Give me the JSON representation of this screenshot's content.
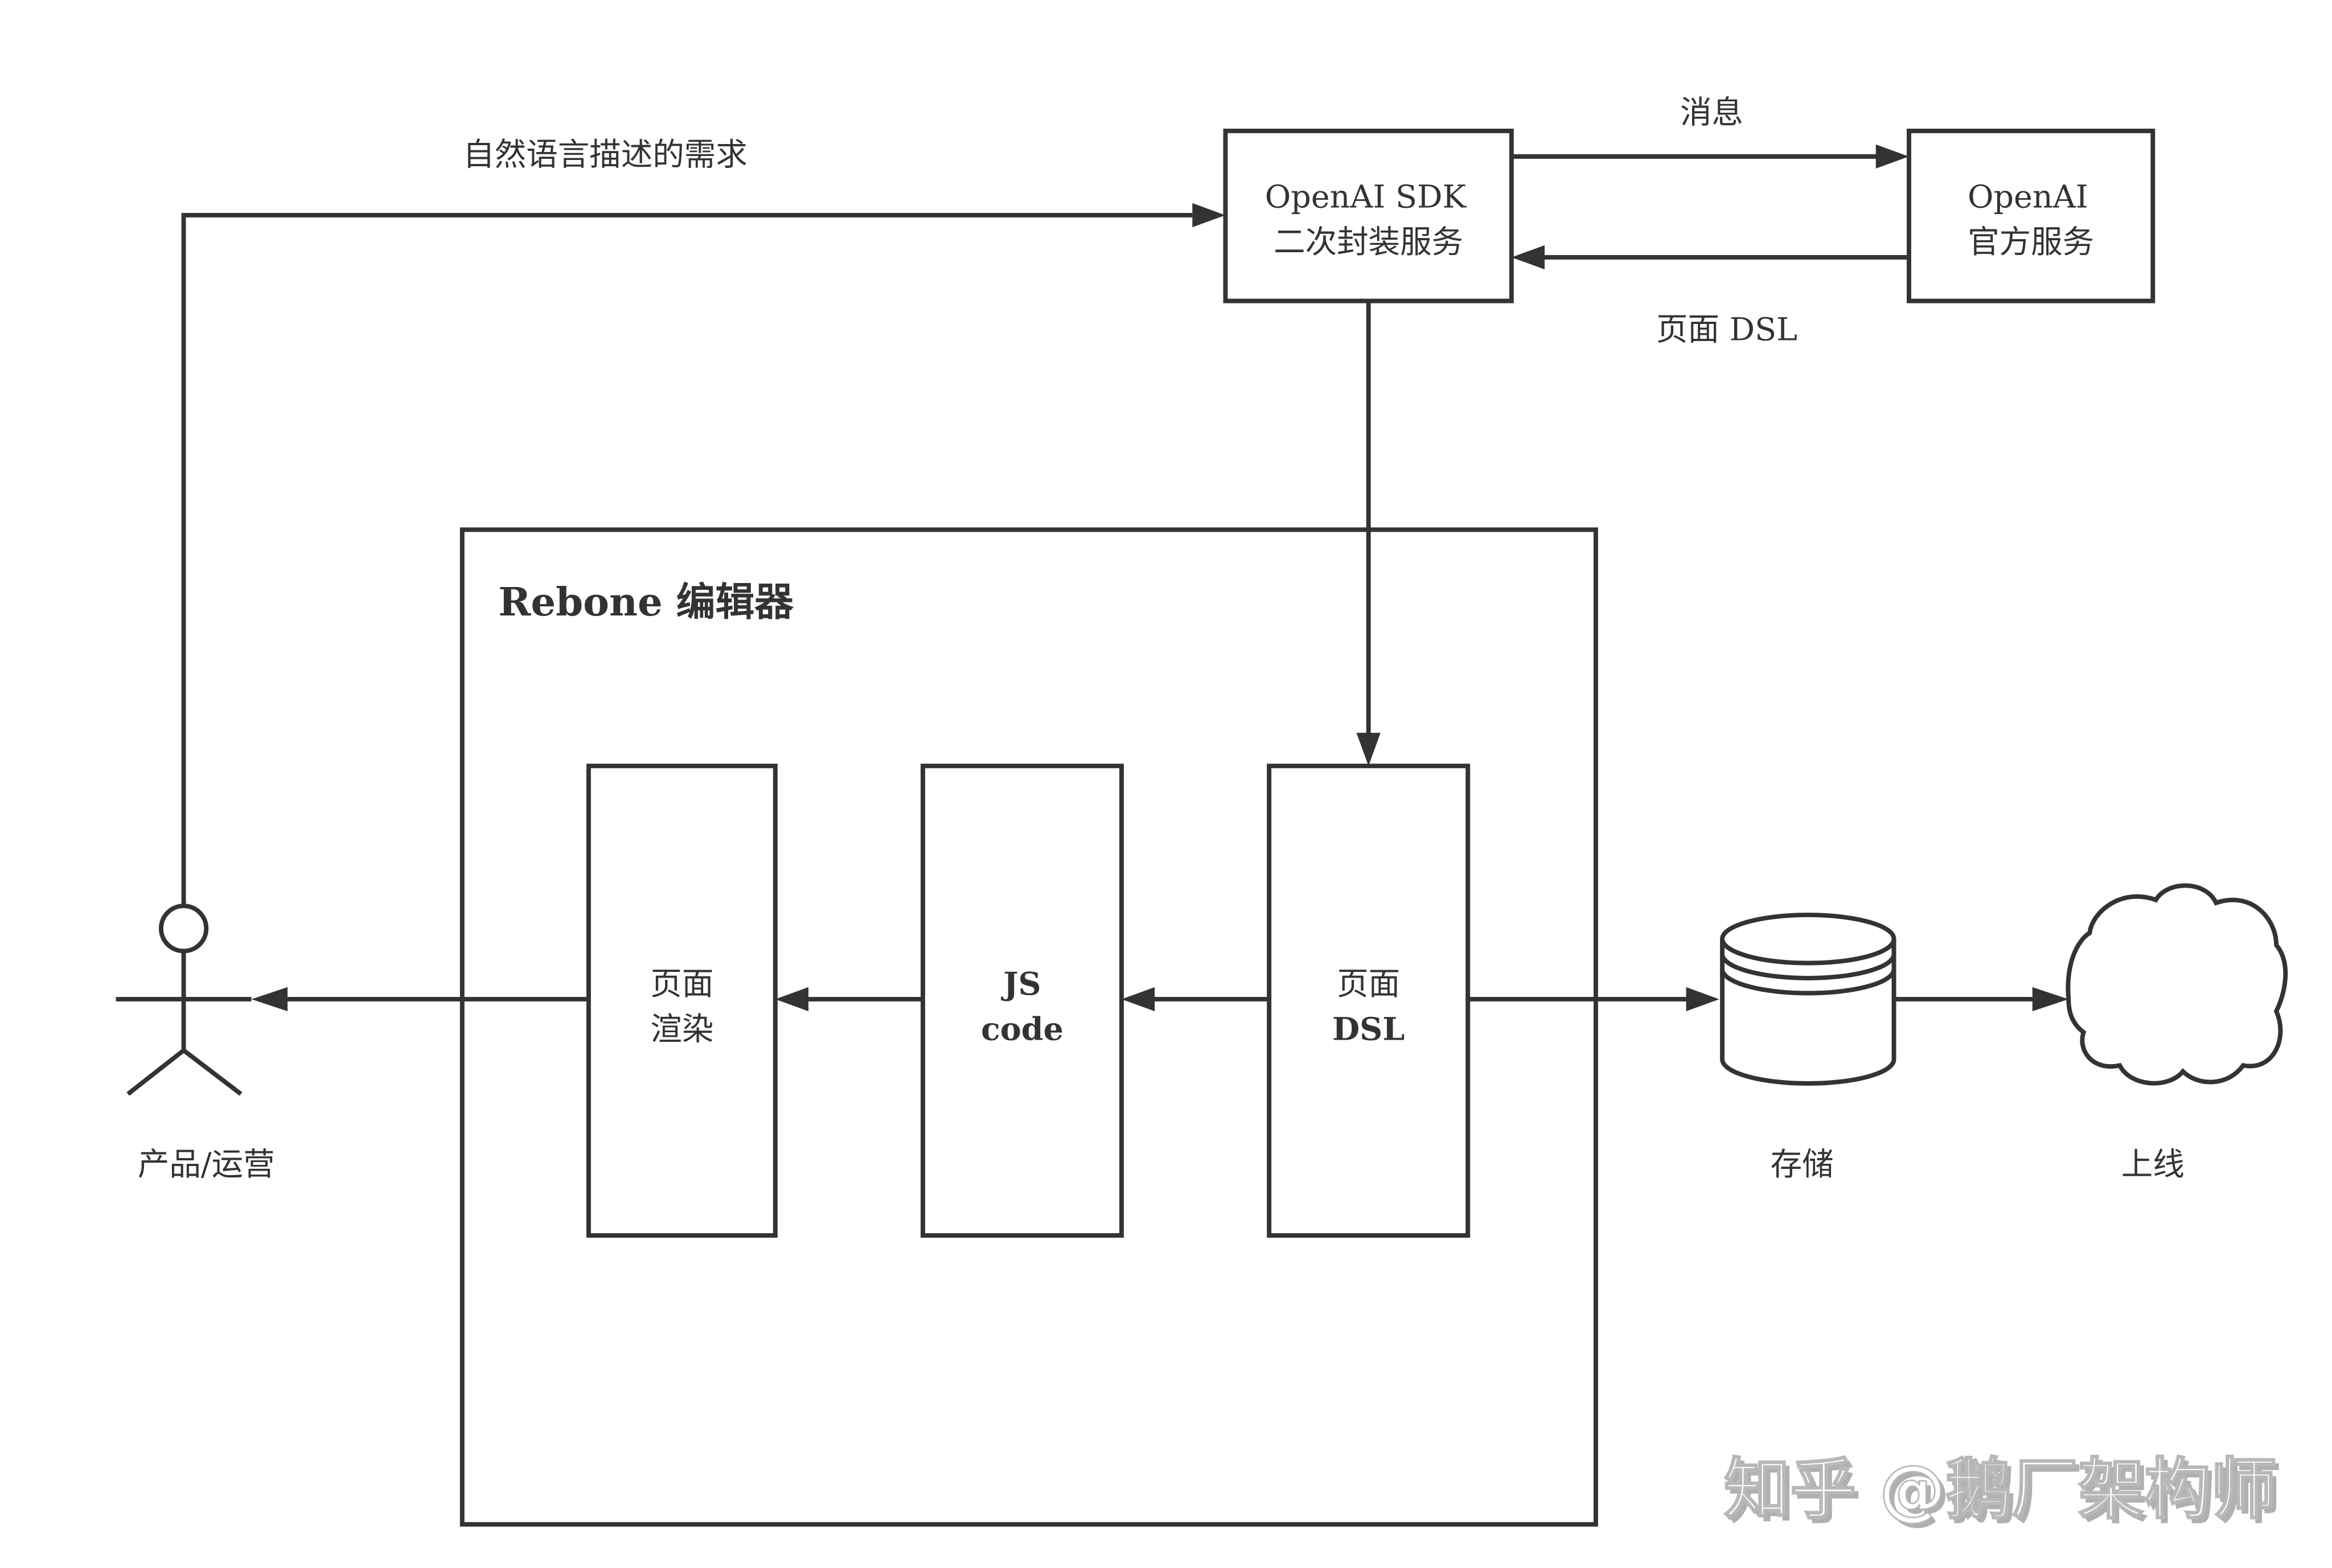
{
  "diagram": {
    "colors": {
      "stroke": "#333333",
      "background": "#ffffff",
      "watermark": "#b0b0b0"
    },
    "actor": {
      "icon": "stick-figure-actor-icon",
      "label": "产品/运营"
    },
    "edge_labels": {
      "requirement": "自然语言描述的需求",
      "message": "消息",
      "page_dsl_response": "页面 DSL"
    },
    "sdk_service": {
      "line1": "OpenAI SDK",
      "line2": "二次封装服务"
    },
    "official_service": {
      "line1": "OpenAI",
      "line2": "官方服务"
    },
    "editor": {
      "title": "Rebone 编辑器",
      "boxes": {
        "render": {
          "line1": "页面",
          "line2": "渲染"
        },
        "js": {
          "line1": "JS",
          "line2": "code"
        },
        "dsl": {
          "line1": "页面",
          "line2": "DSL"
        }
      }
    },
    "storage": {
      "icon": "database-cylinder-icon",
      "label": "存储"
    },
    "online": {
      "icon": "cloud-icon",
      "label": "上线"
    },
    "watermark": "知乎 @鹅厂架构师"
  }
}
